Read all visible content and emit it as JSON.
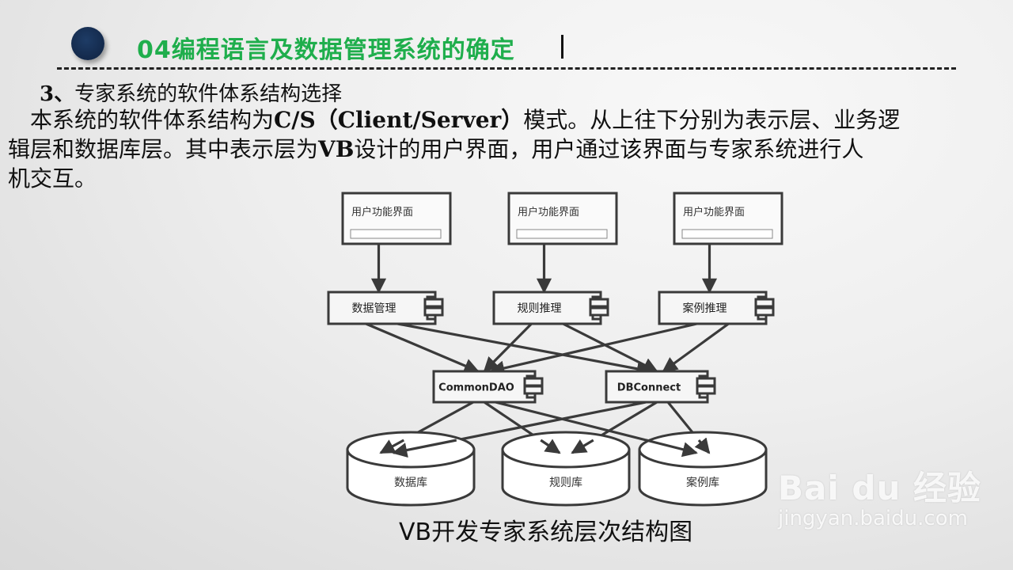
{
  "slide": {
    "section_title": "04编程语言及数据管理系统的确定",
    "subheading_number": "3、",
    "subheading_text": "专家系统的软件体系结构选择",
    "paragraph": {
      "line1_a": "　本系统的软件体系结构为",
      "line1_b": "C/S（Client/Server）",
      "line1_c": "模式。从上往下分别为表示层、业务逻",
      "line2_a": "辑层和数据库层。其中表示层为",
      "line2_b": "VB",
      "line2_c": "设计的用户界面，用户通过该界面与专家系统进行人",
      "line3": "机交互。"
    },
    "caption": "VB开发专家系统层次结构图"
  },
  "diagram": {
    "ui_boxes": [
      {
        "label": "用户功能界面"
      },
      {
        "label": "用户功能界面"
      },
      {
        "label": "用户功能界面"
      }
    ],
    "logic_components": [
      {
        "label": "数据管理"
      },
      {
        "label": "规则推理"
      },
      {
        "label": "案例推理"
      }
    ],
    "data_access_components": [
      {
        "label": "CommonDAO"
      },
      {
        "label": "DBConnect"
      }
    ],
    "databases": [
      {
        "label": "数据库"
      },
      {
        "label": "规则库"
      },
      {
        "label": "案例库"
      }
    ],
    "edges": [
      {
        "from": "用户功能界面#1",
        "to": "数据管理"
      },
      {
        "from": "用户功能界面#2",
        "to": "规则推理"
      },
      {
        "from": "用户功能界面#3",
        "to": "案例推理"
      },
      {
        "from": "数据管理",
        "to": "CommonDAO"
      },
      {
        "from": "数据管理",
        "to": "DBConnect"
      },
      {
        "from": "规则推理",
        "to": "CommonDAO"
      },
      {
        "from": "规则推理",
        "to": "DBConnect"
      },
      {
        "from": "案例推理",
        "to": "CommonDAO"
      },
      {
        "from": "案例推理",
        "to": "DBConnect"
      },
      {
        "from": "CommonDAO",
        "to": "数据库"
      },
      {
        "from": "CommonDAO",
        "to": "规则库"
      },
      {
        "from": "CommonDAO",
        "to": "案例库"
      },
      {
        "from": "DBConnect",
        "to": "数据库"
      },
      {
        "from": "DBConnect",
        "to": "规则库"
      },
      {
        "from": "DBConnect",
        "to": "案例库"
      }
    ]
  },
  "watermark": {
    "logo_text": "Bai du 经验",
    "url": "jingyan.baidu.com"
  },
  "colors": {
    "title_green": "#1fae4c",
    "bullet_navy": "#13294b",
    "line_dark": "#3a3a3a"
  }
}
